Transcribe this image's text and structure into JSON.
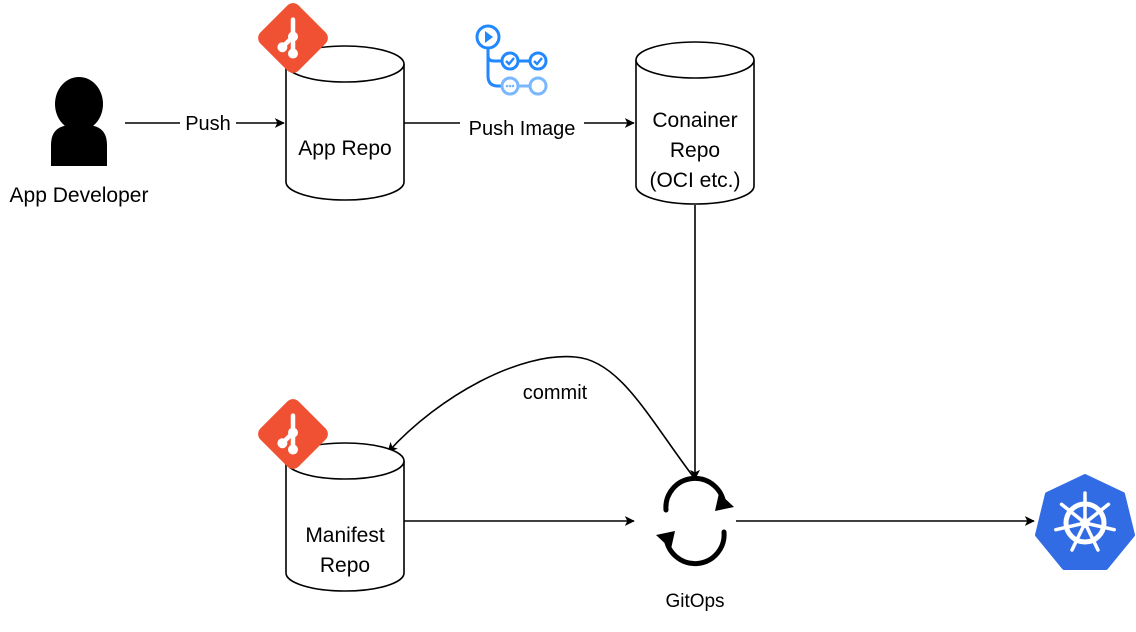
{
  "nodes": {
    "app_developer": {
      "label": "App Developer"
    },
    "app_repo": {
      "label": "App Repo"
    },
    "container_repo": {
      "line1": "Conainer",
      "line2": "Repo",
      "line3": "(OCI etc.)"
    },
    "manifest_repo": {
      "line1": "Manifest",
      "line2": "Repo"
    },
    "gitops": {
      "label": "GitOps"
    }
  },
  "edges": {
    "push": "Push",
    "push_image": "Push Image",
    "commit": "commit"
  },
  "icons": {
    "git": "git-logo-icon",
    "actions": "github-actions-workflow-icon",
    "sync": "sync-arrows-icon",
    "kubernetes": "kubernetes-helm-icon",
    "user": "user-silhouette-icon"
  },
  "colors": {
    "git": "#f05133",
    "kubernetes": "#326ce5",
    "actions": "#2188ff",
    "actions_light": "#79b8ff"
  }
}
